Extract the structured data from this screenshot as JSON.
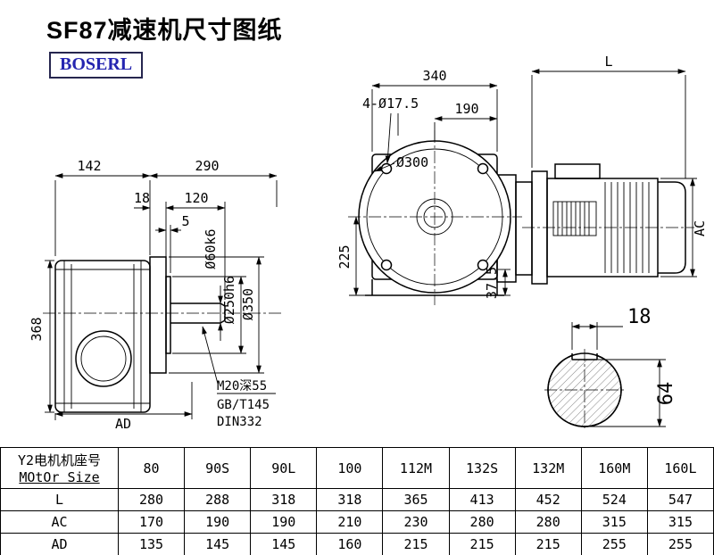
{
  "title": "SF87减速机尺寸图纸",
  "brand": "BOSERL",
  "side_view": {
    "d142": "142",
    "d290": "290",
    "d18": "18",
    "d120": "120",
    "d5": "5",
    "d368": "368",
    "d_ad": "AD",
    "shaft_dia": "Ø60k6",
    "spigot_dia": "Ø250h6",
    "flange_dia": "Ø350",
    "note_tap": "M20深55",
    "note_std": "GB/T145",
    "note_din": "DIN332"
  },
  "front_view": {
    "d340": "340",
    "d_l": "L",
    "holes": "4-Ø17.5",
    "d190": "190",
    "flange_dia": "Ø300",
    "d225": "225",
    "d37_5": "37.5",
    "d_ac": "AC"
  },
  "shaft_view": {
    "key_width": "18",
    "key_height": "64"
  },
  "table": {
    "row_header_cn": "Y2电机机座号",
    "row_header_en": "MOtOr Size",
    "sizes": [
      "80",
      "90S",
      "90L",
      "100",
      "112M",
      "132S",
      "132M",
      "160M",
      "160L"
    ],
    "rows": [
      {
        "label": "L",
        "values": [
          "280",
          "288",
          "318",
          "318",
          "365",
          "413",
          "452",
          "524",
          "547"
        ]
      },
      {
        "label": "AC",
        "values": [
          "170",
          "190",
          "190",
          "210",
          "230",
          "280",
          "280",
          "315",
          "315"
        ]
      },
      {
        "label": "AD",
        "values": [
          "135",
          "145",
          "145",
          "160",
          "215",
          "215",
          "215",
          "255",
          "255"
        ]
      }
    ]
  }
}
